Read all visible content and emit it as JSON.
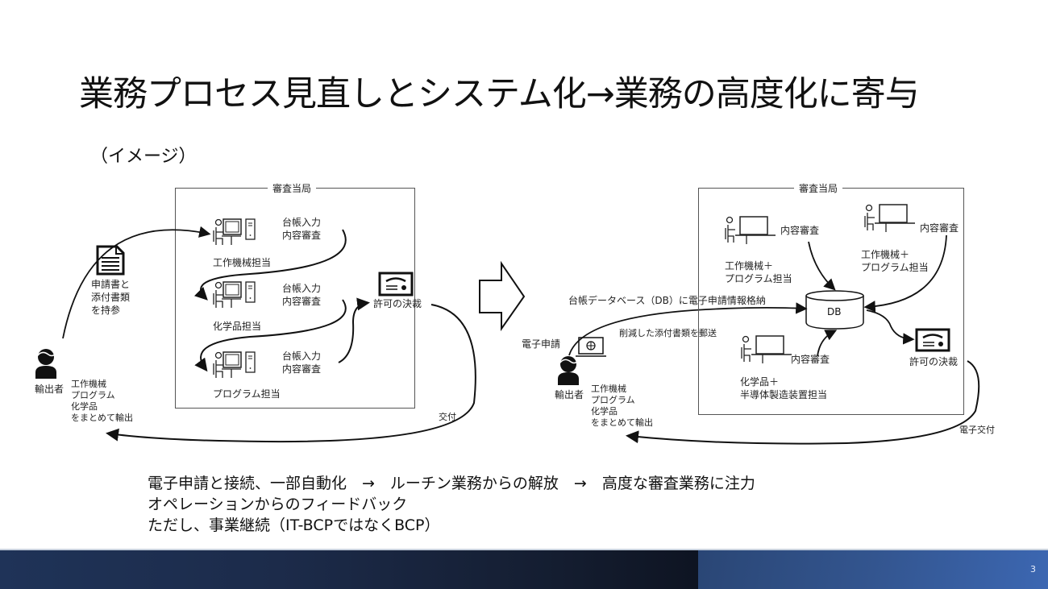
{
  "slide": {
    "title": "業務プロセス見直しとシステム化→業務の高度化に寄与",
    "subtitle": "（イメージ）",
    "page_number": "3"
  },
  "before": {
    "box_title": "審査当局",
    "document_label": [
      "申請書と",
      "添付書類",
      "を持参"
    ],
    "exporter_label": "輸出者",
    "export_items": [
      "工作機械",
      "プログラム",
      "化学品",
      "をまとめて輸出"
    ],
    "workers": [
      {
        "role": "工作機械担当",
        "tasks": [
          "台帳入力",
          "内容審査"
        ]
      },
      {
        "role": "化学品担当",
        "tasks": [
          "台帳入力",
          "内容審査"
        ]
      },
      {
        "role": "プログラム担当",
        "tasks": [
          "台帳入力",
          "内容審査"
        ]
      }
    ],
    "approval_label": "許可の決裁",
    "delivery_label": "交付"
  },
  "after": {
    "box_title": "審査当局",
    "db_store_label": "台帳データベース（DB）に電子申請情報格納",
    "mail_label": "削減した添付書類を郵送",
    "e_application_label": "電子申請",
    "exporter_label": "輸出者",
    "export_items": [
      "工作機械",
      "プログラム",
      "化学品",
      "をまとめて輸出"
    ],
    "workers": [
      {
        "role": [
          "工作機械＋",
          "プログラム担当"
        ],
        "task": "内容審査"
      },
      {
        "role": [
          "工作機械＋",
          "プログラム担当"
        ],
        "task": "内容審査"
      },
      {
        "role": [
          "化学品＋",
          "半導体製造装置担当"
        ],
        "task": "内容審査"
      }
    ],
    "db_label": "DB",
    "approval_label": "許可の決裁",
    "delivery_label": "電子交付"
  },
  "summary": {
    "line1": "電子申請と接続、一部自動化　→　ルーチン業務からの解放　→　高度な審査業務に注力",
    "line2": "オペレーションからのフィードバック",
    "line3": "ただし、事業継続（IT-BCPではなくBCP）"
  },
  "colors": {
    "footer_dark": "#141d30",
    "footer_blue": "#33558f",
    "line": "#111111"
  }
}
